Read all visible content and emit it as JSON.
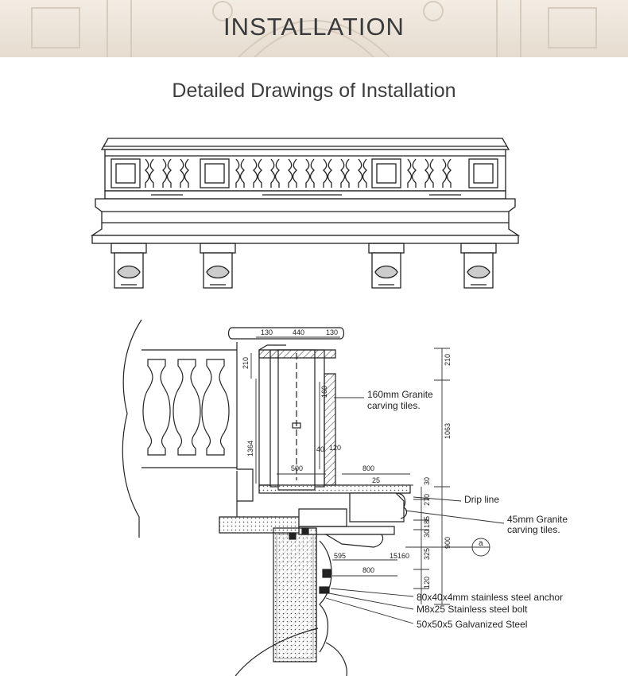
{
  "banner": {
    "title": "INSTALLATION"
  },
  "heading": "Detailed Drawings of Installation",
  "section": {
    "dimensions": {
      "d130a": "130",
      "d440": "440",
      "d130b": "130",
      "d210": "210",
      "d1063": "1063",
      "d1364": "1364",
      "d500": "500",
      "d800a": "800",
      "d25": "25",
      "d30": "30",
      "d270": "270",
      "d185": "185",
      "d30b": "30",
      "d900": "900",
      "d325": "325",
      "d120": "120",
      "d595": "595",
      "d15": "15",
      "d160": "160",
      "d800b": "800",
      "d40": "40",
      "d120b": "120",
      "d160v": "160"
    },
    "callouts": {
      "granite160_line1": "160mm Granite",
      "granite160_line2": "carving tiles.",
      "drip": "Drip line",
      "granite45_line1": "45mm Granite",
      "granite45_line2": "carving tiles.",
      "anchor": "80x40x4mm stainless steel anchor",
      "bolt": "M8x25 Stainless steel bolt",
      "steel": "50x50x5 Galvanized Steel",
      "section_mark": "a"
    }
  }
}
